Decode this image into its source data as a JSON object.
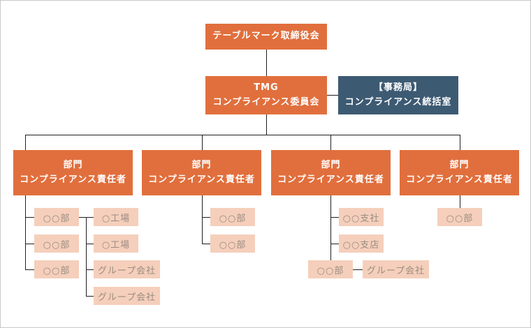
{
  "palette": {
    "orange": "#E16F3D",
    "dark_blue": "#3D5A73",
    "peach": "#F5CFBB",
    "sub_text": "#9A8C82",
    "line": "#1F1F1F",
    "canvas_border": "#C9C9C9",
    "background": "#FFFFFF"
  },
  "nodes": {
    "board": {
      "label": "テーブルマーク取締役会"
    },
    "committee": {
      "line1": "TMG",
      "line2": "コンプライアンス委員会"
    },
    "secretariat": {
      "line1": "【事務局】",
      "line2": "コンプライアンス統括室"
    },
    "dept_officer": {
      "line1": "部門",
      "line2": "コンプライアンス責任者"
    }
  },
  "subnodes": {
    "group1_col1": [
      "○○部",
      "○○部",
      "○○部"
    ],
    "group1_col2": [
      "○工場",
      "○工場",
      "グループ会社",
      "グループ会社"
    ],
    "group2": [
      "○○部",
      "○○部"
    ],
    "group3_branches": [
      "○○支社",
      "○○支店"
    ],
    "group3_dept": "○○部",
    "group3_group_company": "グループ会社",
    "group4": [
      "○○部"
    ]
  }
}
